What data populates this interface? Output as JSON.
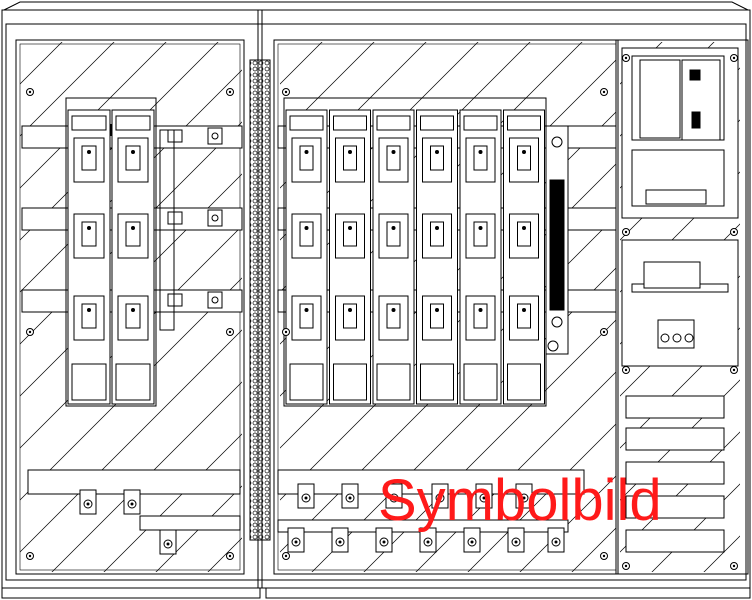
{
  "watermark": {
    "text": "Symbolbild",
    "color": "#ff1a1a"
  },
  "colors": {
    "line": "#000000",
    "background": "#ffffff",
    "hatch": "#000000"
  },
  "cabinet": {
    "left_compartment": {
      "fuse_switches": 2
    },
    "middle_compartment": {
      "fuse_switches": 6
    },
    "right_compartment": {
      "meter_panel": true,
      "breaker_panel": true,
      "blank_plates": 5
    }
  }
}
